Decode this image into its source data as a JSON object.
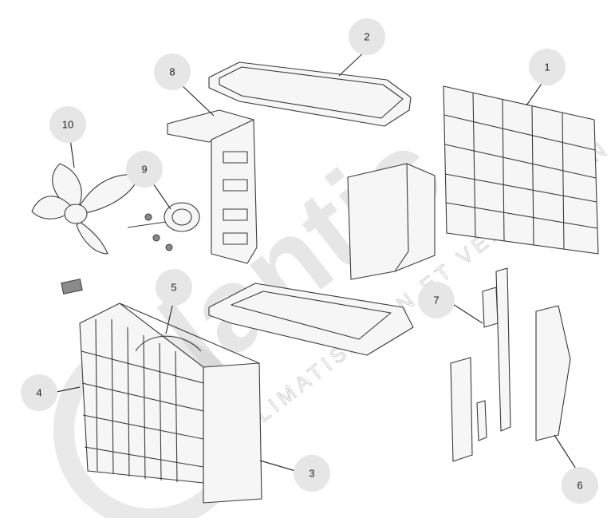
{
  "watermark": {
    "logo_text": "atlantic",
    "tagline": "CLIMATISATION ET VENTILATION"
  },
  "callouts": [
    {
      "number": "1"
    },
    {
      "number": "2"
    },
    {
      "number": "3"
    },
    {
      "number": "4"
    },
    {
      "number": "5"
    },
    {
      "number": "6"
    },
    {
      "number": "7"
    },
    {
      "number": "8"
    },
    {
      "number": "9"
    },
    {
      "number": "10"
    }
  ],
  "colors": {
    "line": "#3a3a3a",
    "callout_fill": "#e6e6e6",
    "watermark": "#c8c8c8"
  }
}
